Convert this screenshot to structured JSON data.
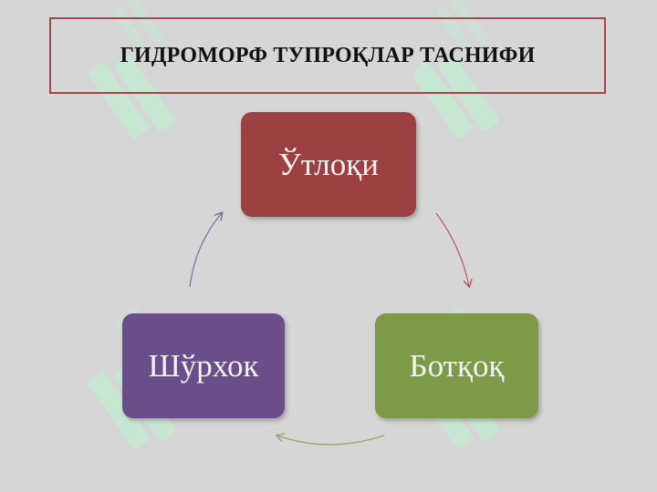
{
  "title": "ГИДРОМОРФ ТУПРОҚЛАР ТАСНИФИ",
  "nodes": {
    "top": "Ўтлоқи",
    "right": "Ботқоқ",
    "left": "Шўрхок"
  },
  "colors": {
    "background": "#d6d6d6",
    "title_border": "#a0474a",
    "node_top": "#9d4042",
    "node_right": "#7c9a48",
    "node_left": "#6a4e89",
    "arrow_top_right": "#b55a5c",
    "arrow_right_left": "#8fa860",
    "arrow_left_top": "#7a6aa0",
    "watermark": "#bfe8cf"
  }
}
